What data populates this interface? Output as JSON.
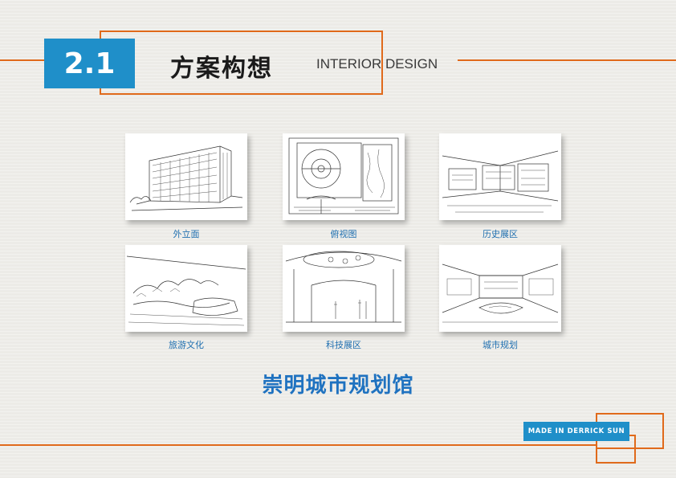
{
  "header": {
    "section_number": "2.1",
    "title": "方案构想",
    "subtitle": "INTERIOR DESIGN"
  },
  "gallery": {
    "items": [
      {
        "caption": "外立面",
        "icon": "facade-sketch"
      },
      {
        "caption": "俯视图",
        "icon": "top-view-sketch"
      },
      {
        "caption": "历史展区",
        "icon": "history-exhibit-sketch"
      },
      {
        "caption": "旅游文化",
        "icon": "tourism-culture-sketch"
      },
      {
        "caption": "科技展区",
        "icon": "technology-exhibit-sketch"
      },
      {
        "caption": "城市规划",
        "icon": "urban-planning-sketch"
      }
    ]
  },
  "subject": "崇明城市规划馆",
  "footer": {
    "badge": "MADE IN DERRICK SUN"
  },
  "colors": {
    "accent_orange": "#e06a1b",
    "brand_blue": "#1f8fc9",
    "caption_blue": "#1f6fb0",
    "background": "#ecebe7"
  }
}
